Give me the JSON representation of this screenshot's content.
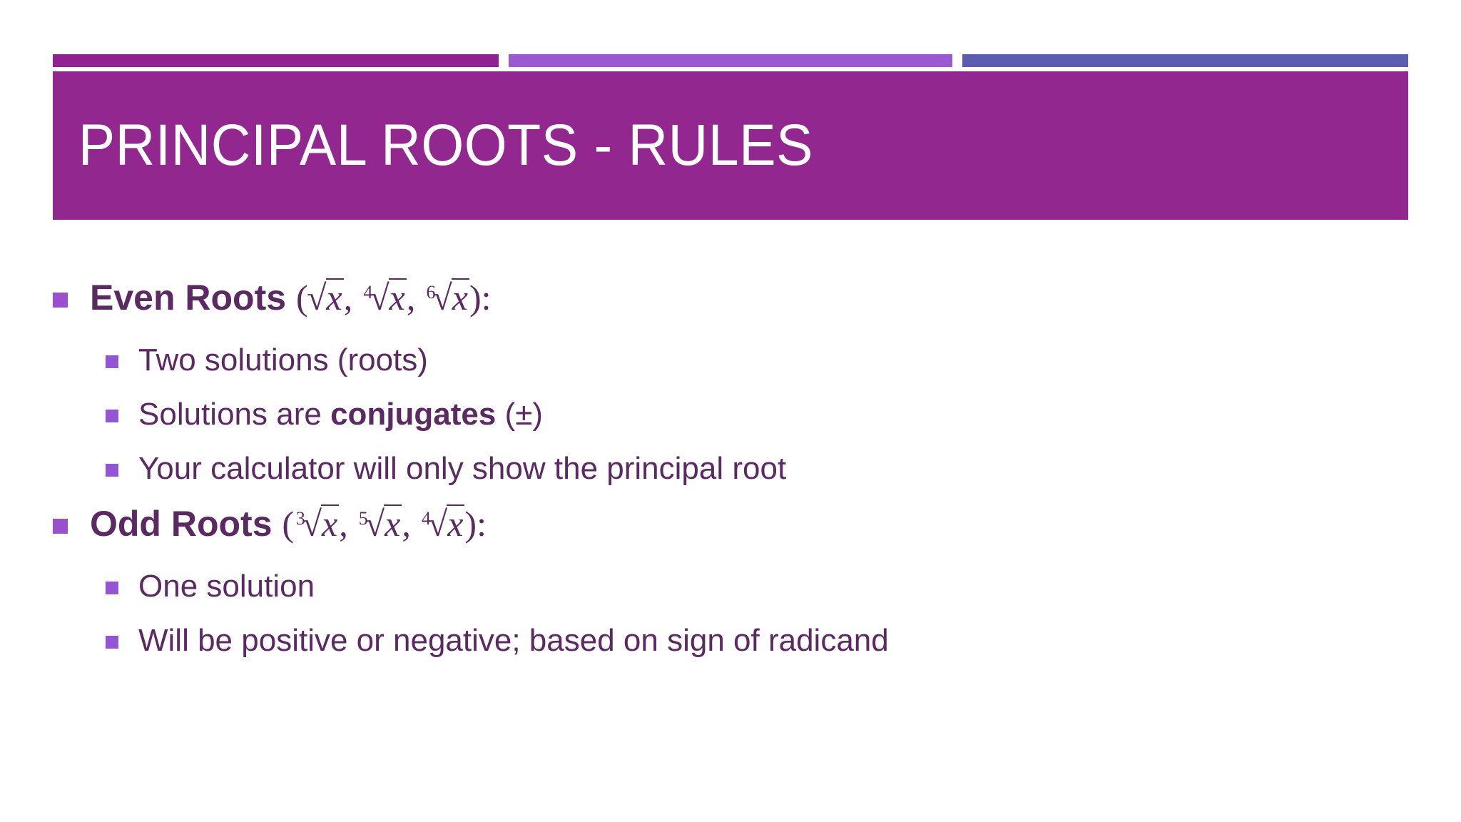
{
  "slide": {
    "title": "PRINCIPAL ROOTS - RULES",
    "accent_bars": [
      {
        "name": "bar-dark-purple",
        "color": "#8F2190"
      },
      {
        "name": "bar-light-purple",
        "color": "#9B59D0"
      },
      {
        "name": "bar-indigo",
        "color": "#5B5EAF"
      }
    ],
    "colors": {
      "banner": "#92278F",
      "body_text": "#5B2A62",
      "bullet_level1": "#9A4FCE",
      "bullet_level2": "#9355D3",
      "background": "#FFFFFF",
      "title_text": "#FFFFFF"
    }
  },
  "body": {
    "groups": [
      {
        "label": "Even Roots",
        "open_paren": "(",
        "radicals": [
          {
            "index": "",
            "radicand": "x"
          },
          {
            "index": "4",
            "radicand": "x"
          },
          {
            "index": "6",
            "radicand": "x"
          }
        ],
        "separator": ", ",
        "close_paren": ")",
        "colon": ":",
        "sub_items": [
          {
            "text": "Two solutions (roots)"
          },
          {
            "text_before": "Solutions are ",
            "bold": "conjugates",
            "text_after": " (±)"
          },
          {
            "text": "Your calculator will only show the principal root"
          }
        ]
      },
      {
        "label": "Odd Roots",
        "open_paren": "(",
        "radicals": [
          {
            "index": "3",
            "radicand": "x"
          },
          {
            "index": "5",
            "radicand": "x"
          },
          {
            "index": "4",
            "radicand": "x"
          }
        ],
        "separator": ", ",
        "close_paren": ")",
        "colon": ":",
        "sub_items": [
          {
            "text": "One solution"
          },
          {
            "text": "Will be positive or negative; based on sign of radicand"
          }
        ]
      }
    ]
  },
  "symbols": {
    "radical_sign": "√",
    "bullet_square": "■",
    "plus_minus": "±"
  }
}
